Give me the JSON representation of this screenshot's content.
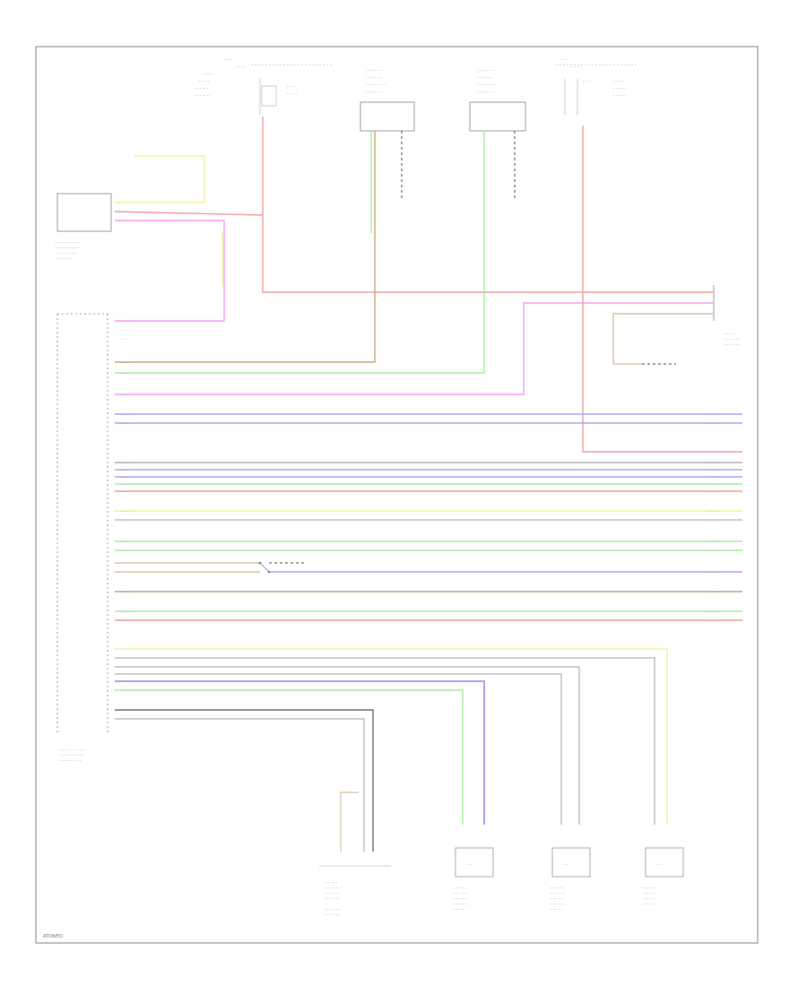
{
  "footer": {
    "code": "ATDWEO"
  },
  "colors": {
    "red": "#f0a0a0",
    "pink": "#f4a0f4",
    "yellow": "#f4f0a0",
    "green": "#a8eca0",
    "blue": "#a8a8f4",
    "gray": "#b4b4b4",
    "dark": "#707070",
    "tan": "#d8c4a0",
    "brown": "#c4a880",
    "frame": "#9a9a9a"
  },
  "components": [
    {
      "id": "module-main",
      "icon": "control-module-box"
    },
    {
      "id": "module-left",
      "icon": "control-module-box"
    },
    {
      "id": "sensor-1",
      "icon": "sensor-box"
    },
    {
      "id": "sensor-2",
      "icon": "sensor-box"
    },
    {
      "id": "fuse-1",
      "icon": "fuse-symbol"
    },
    {
      "id": "fuse-2",
      "icon": "fuse-symbol"
    },
    {
      "id": "connector-right",
      "icon": "connector-bracket"
    },
    {
      "id": "camera-1",
      "icon": "camera-box"
    },
    {
      "id": "camera-2",
      "icon": "camera-box"
    },
    {
      "id": "camera-3",
      "icon": "camera-box"
    },
    {
      "id": "switch-1",
      "icon": "switch-symbol"
    }
  ]
}
